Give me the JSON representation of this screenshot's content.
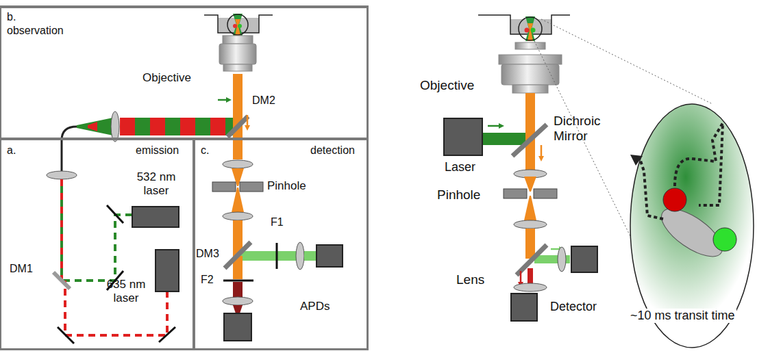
{
  "diagram": {
    "nodes": [
      {
        "text": [
          "b.",
          "observation"
        ]
      },
      {
        "text": [
          "a.",
          "emission"
        ]
      },
      {
        "text": [
          "c.",
          "detection"
        ]
      },
      {
        "text": [
          "532 nm laser"
        ],
        "in": 1
      },
      {
        "text": [
          "635 nm laser"
        ],
        "in": 1
      },
      {
        "text": [
          "Laser"
        ]
      },
      {
        "text": [
          "Detector"
        ]
      }
    ],
    "labels": [
      "Objective",
      "DM2",
      "Pinhole",
      "F1",
      "DM3",
      "F2",
      "APDs",
      "DM1",
      "Objective",
      "Dichroic Mirror",
      "Pinhole",
      "Lens",
      "~10 ms transit time"
    ]
  }
}
